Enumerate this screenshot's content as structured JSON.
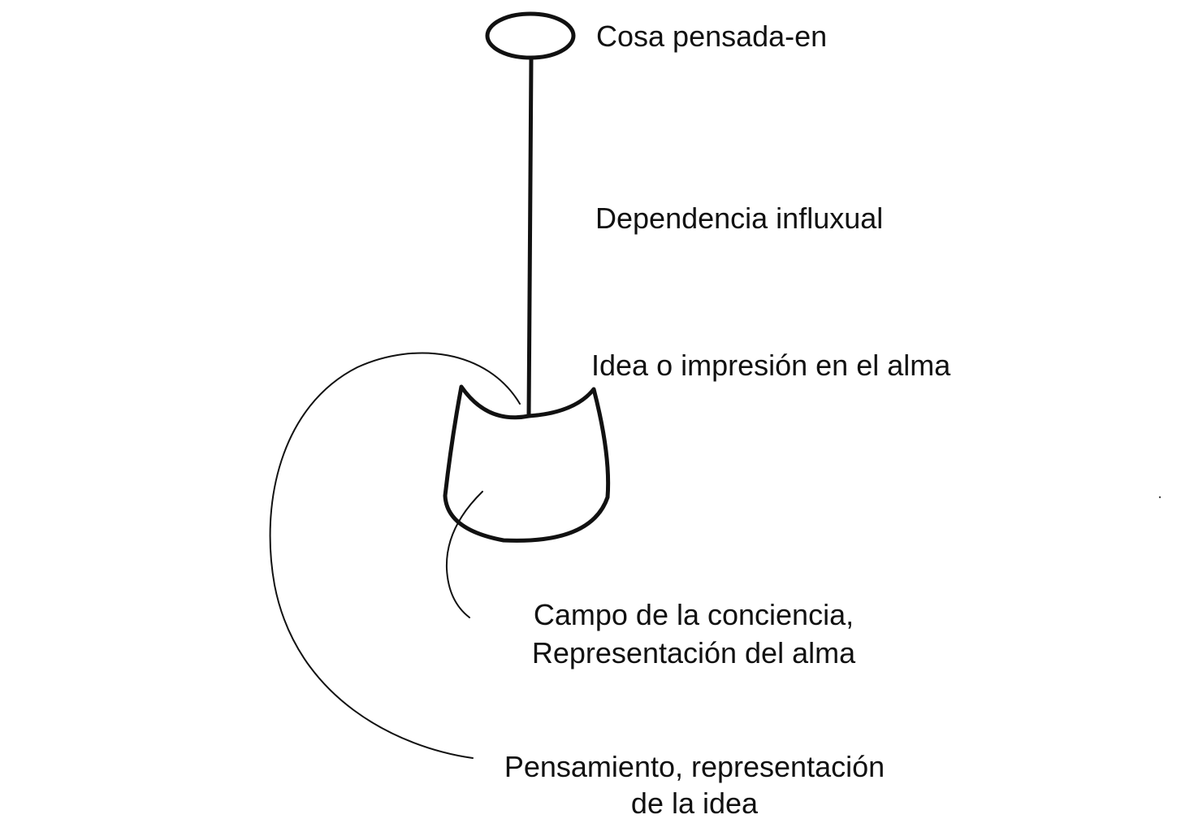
{
  "labels": {
    "cosa_pensada": "Cosa pensada-en",
    "dependencia": "Dependencia influxual",
    "idea_impresion": "Idea o impresión en el alma",
    "campo_line1": "Campo de la conciencia,",
    "campo_line2": "Representación del alma",
    "pensamiento_line1": "Pensamiento, representación",
    "pensamiento_line2": "de la idea"
  },
  "colors": {
    "ink": "#111111",
    "background": "#ffffff"
  }
}
